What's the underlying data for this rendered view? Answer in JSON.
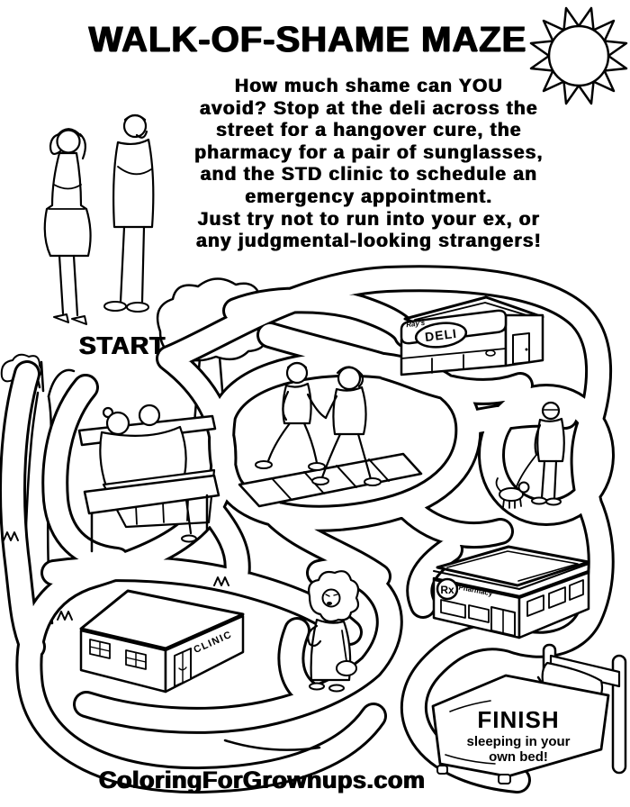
{
  "colors": {
    "ink": "#000000",
    "paper": "#ffffff"
  },
  "header": {
    "title": "WALK-OF-SHAME MAZE"
  },
  "intro": {
    "lines": [
      "How much shame can YOU",
      "avoid? Stop at the deli across the",
      "street for a hangover cure, the",
      "pharmacy for a pair of sunglasses,",
      "and the STD clinic to schedule an",
      "emergency appointment.",
      "Just try not to run into your ex, or",
      "any judgmental-looking strangers!"
    ]
  },
  "labels": {
    "start": "START",
    "footer": "ColoringForGrownups.com"
  },
  "deli": {
    "owner": "Ray's",
    "name": "DELI"
  },
  "pharmacy": {
    "rx": "Rx",
    "name": "Pharmacy"
  },
  "clinic": {
    "name": "CLINIC"
  },
  "finish": {
    "title": "FINISH",
    "line1": "sleeping in your",
    "line2": "own bed!"
  }
}
